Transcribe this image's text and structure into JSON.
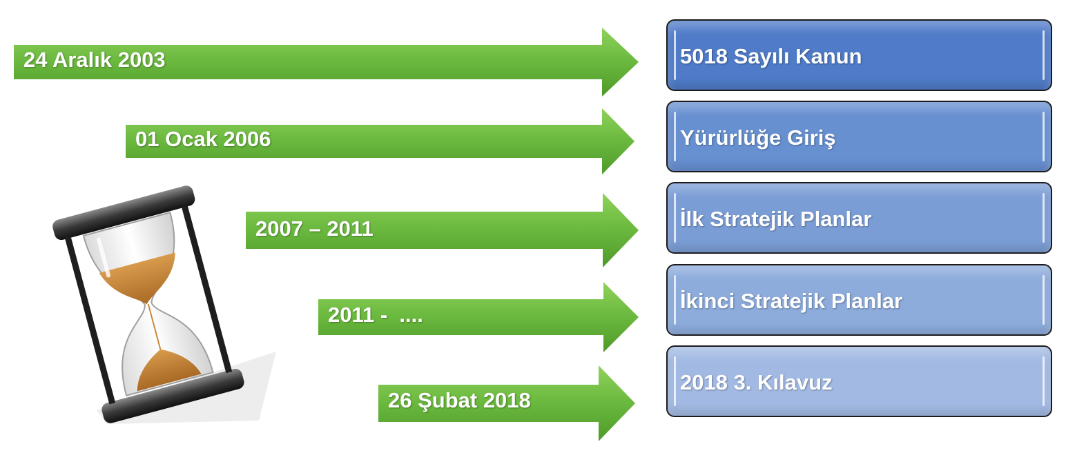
{
  "timeline": [
    {
      "date": "24 Aralık 2003",
      "event": "5018 Sayılı Kanun",
      "box_color": "#4f7bc8"
    },
    {
      "date": "01 Ocak 2006",
      "event": "Yürürlüğe Giriş",
      "box_color": "#6790d1"
    },
    {
      "date": "2007 – 2011",
      "event": "İlk Stratejik Planlar",
      "box_color": "#7b9dd6"
    },
    {
      "date": "2011 -  ....",
      "event": "İkinci Stratejik Planlar",
      "box_color": "#8dacdc"
    },
    {
      "date": "26 Şubat 2018",
      "event": "2018 3. Kılavuz",
      "box_color": "#a2bae3"
    }
  ],
  "colors": {
    "arrow_light": "#86cc55",
    "arrow_dark": "#4e9a2a",
    "sand": "#c8873a"
  },
  "icons": {
    "hourglass": "hourglass-icon"
  }
}
